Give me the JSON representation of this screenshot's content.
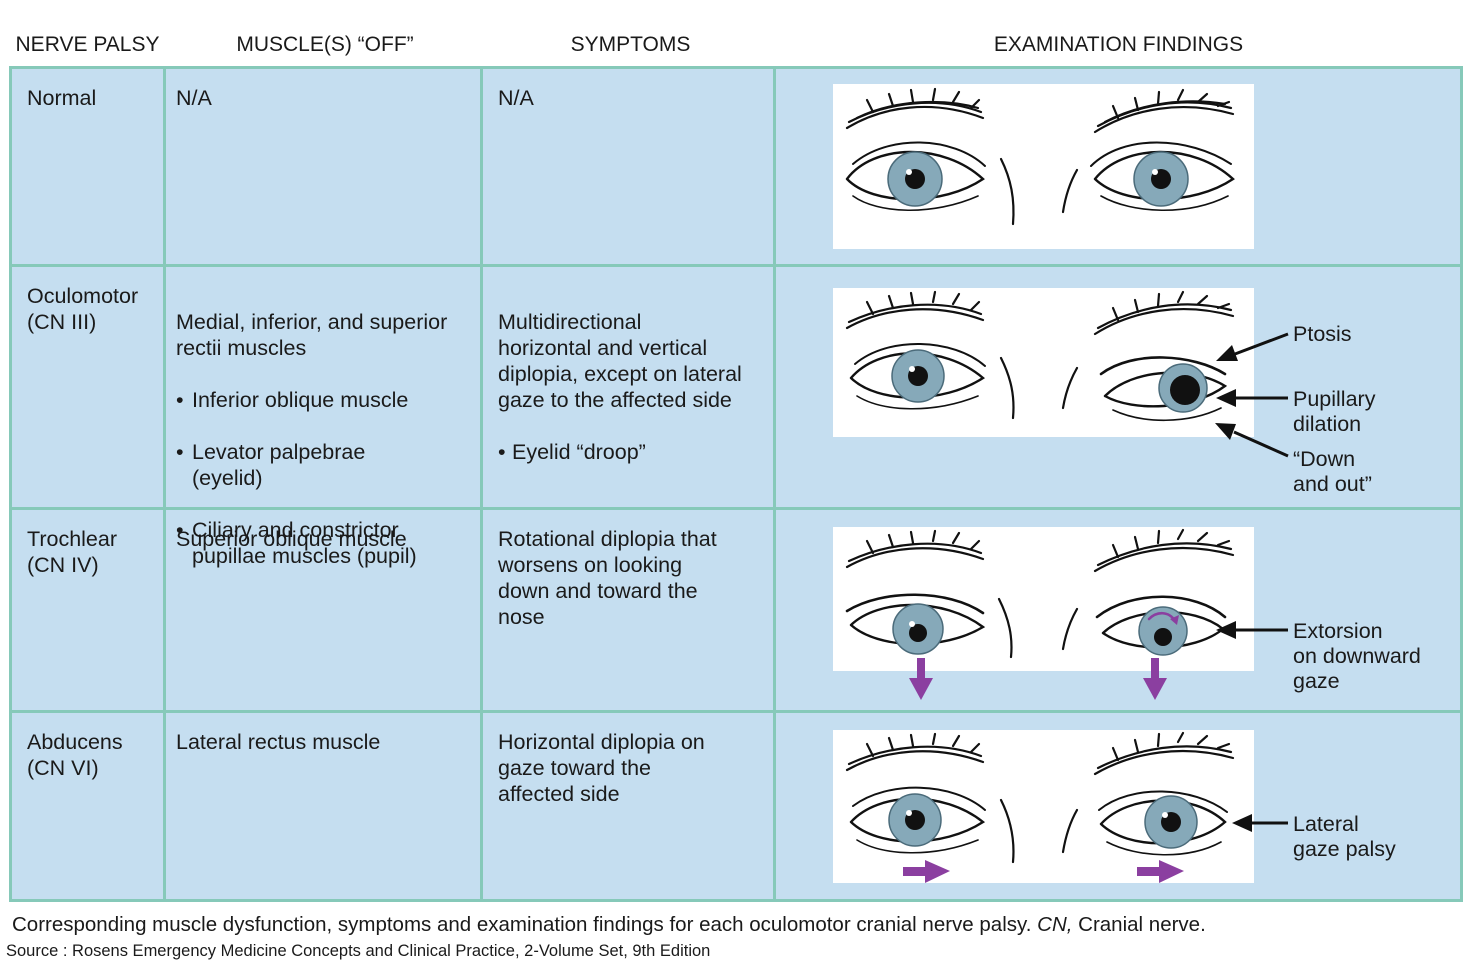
{
  "headers": {
    "nerve": "NERVE\nPALSY",
    "muscle": "MUSCLE(S) “OFF”",
    "symptoms": "SYMPTOMS",
    "exam": "EXAMINATION FINDINGS"
  },
  "rows": [
    {
      "nerve": "Normal",
      "muscle_intro": "N/A",
      "muscle_bullets": [],
      "symptoms_intro": "N/A",
      "symptom_bullets": [],
      "annotations": []
    },
    {
      "nerve": "Oculomotor\n(CN III)",
      "muscle_intro": "Medial, inferior, and superior\nrectii muscles",
      "muscle_bullets": [
        "Inferior oblique muscle",
        "Levator palpebrae\n(eyelid)",
        "Ciliary and constrictor\npupillae muscles (pupil)"
      ],
      "symptoms_intro": "Multidirectional\nhorizontal and vertical\ndiplopia, except on lateral\ngaze to the affected side",
      "symptom_bullets": [
        "Eyelid “droop”"
      ],
      "annotations": [
        "Ptosis",
        "Pupillary\ndilation",
        "“Down\nand out”"
      ]
    },
    {
      "nerve": "Trochlear\n(CN IV)",
      "muscle_intro": "Superior oblique muscle",
      "muscle_bullets": [],
      "symptoms_intro": "Rotational diplopia that\nworsens on looking\ndown and toward the\nnose",
      "symptom_bullets": [],
      "annotations": [
        "Extorsion\non downward\ngaze"
      ]
    },
    {
      "nerve": "Abducens\n(CN VI)",
      "muscle_intro": "Lateral rectus muscle",
      "muscle_bullets": [],
      "symptoms_intro": "Horizontal diplopia on\ngaze toward the\naffected side",
      "symptom_bullets": [],
      "annotations": [
        "Lateral\ngaze palsy"
      ]
    }
  ],
  "caption": {
    "text_main": "Corresponding muscle dysfunction, symptoms and examination findings for each oculomotor cranial nerve palsy. ",
    "cn_abbr": "CN,",
    "cn_def": " Cranial nerve."
  },
  "source": "Source : Rosens Emergency Medicine Concepts and Clinical Practice, 2-Volume Set, 9th Edition",
  "colors": {
    "cell_fill": "#c5def0",
    "grid_line": "#86c9b9",
    "iris": "#86a9b9",
    "movement_arrow": "#8b3fa0",
    "line_art": "#111111"
  }
}
